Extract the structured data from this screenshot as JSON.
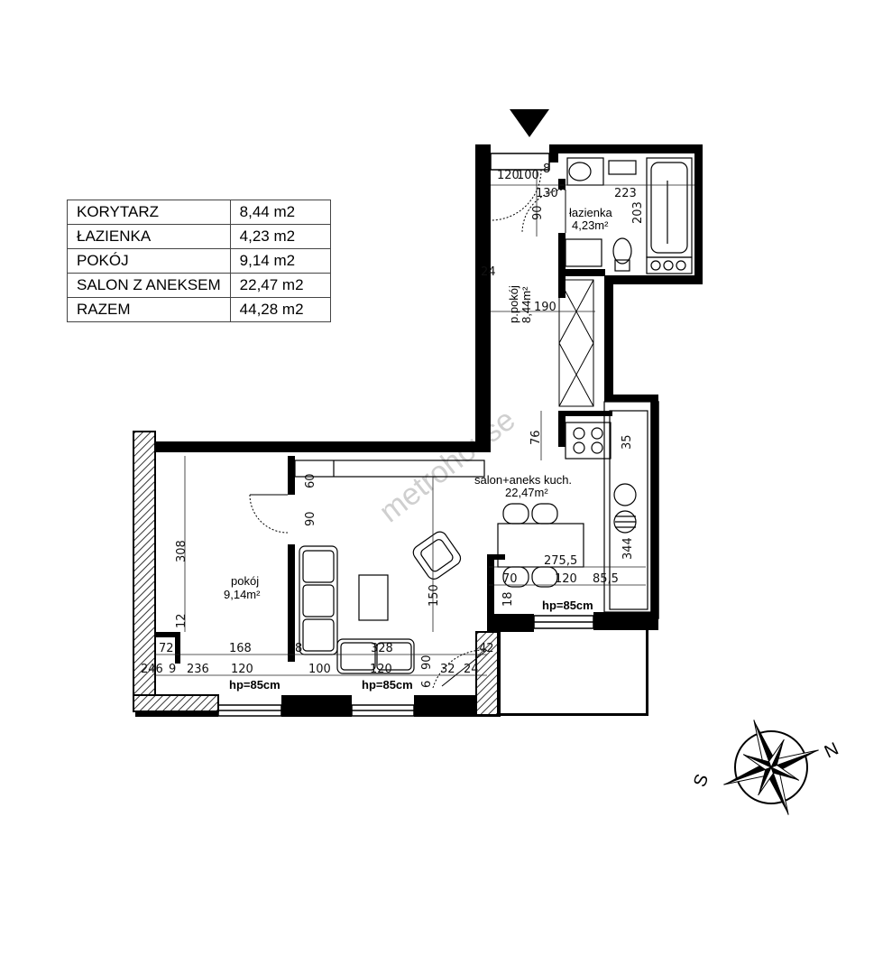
{
  "area_table": {
    "rows": [
      {
        "name": "KORYTARZ",
        "value": "8,44 m2"
      },
      {
        "name": "ŁAZIENKA",
        "value": "4,23 m2"
      },
      {
        "name": "POKÓJ",
        "value": "9,14 m2"
      },
      {
        "name": "SALON Z ANEKSEM",
        "value": "22,47 m2"
      },
      {
        "name": "RAZEM",
        "value": "44,28 m2"
      }
    ]
  },
  "rooms": {
    "bathroom_name": "łazienka",
    "bathroom_area": "4,23m²",
    "corridor_name": "p.pokój",
    "corridor_area": "8,44m²",
    "living_name": "salon+aneks kuch.",
    "living_area": "22,47m²",
    "bedroom_name": "pokój",
    "bedroom_area": "9,14m²"
  },
  "window_height_label": "hp=85cm",
  "dimensions": {
    "d120": "120",
    "d100": "100",
    "d8": "8",
    "d130": "130",
    "d223": "223",
    "d90": "90",
    "d203": "203",
    "d24": "24",
    "d190": "190",
    "d76": "76",
    "d35": "35",
    "d60": "60",
    "d308": "308",
    "d344": "344",
    "d2755": "275,5",
    "d70": "70",
    "d855": "85,5",
    "d150": "150",
    "d18": "18",
    "d12": "12",
    "d72": "72",
    "d168": "168",
    "d328": "328",
    "d42": "42",
    "d246": "246",
    "d9": "9",
    "d236": "236",
    "d32": "32",
    "d6": "6"
  },
  "compass": {
    "north": "N",
    "south": "S"
  },
  "watermark": "metrohouse",
  "colors": {
    "wall": "#000000",
    "hatch": "#555555",
    "dims": "#222222"
  }
}
